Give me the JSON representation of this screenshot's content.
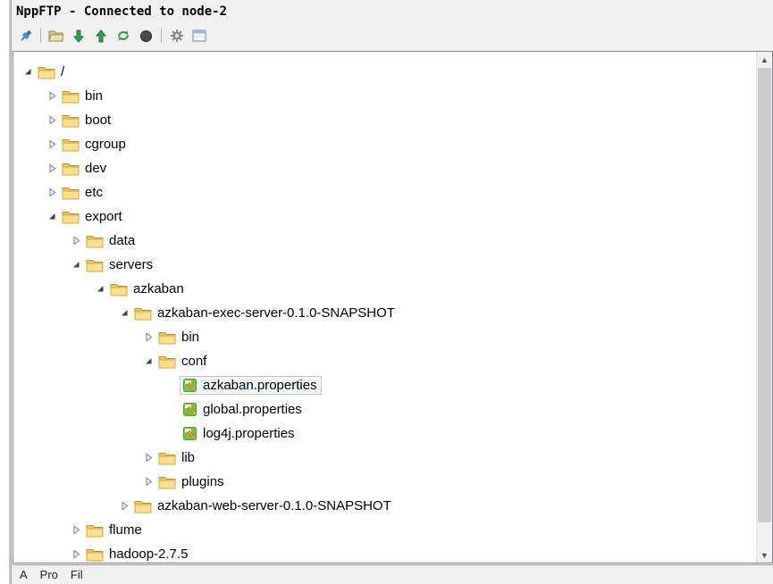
{
  "window": {
    "title": "NppFTP - Connected to node-2"
  },
  "toolbar": {
    "icons": [
      {
        "name": "connect-icon"
      },
      {
        "name": "separator"
      },
      {
        "name": "open-folder-icon"
      },
      {
        "name": "download-icon"
      },
      {
        "name": "upload-icon"
      },
      {
        "name": "refresh-icon"
      },
      {
        "name": "abort-icon"
      },
      {
        "name": "separator"
      },
      {
        "name": "settings-icon"
      },
      {
        "name": "queue-window-icon"
      }
    ]
  },
  "tree": {
    "items": [
      {
        "label": "/",
        "depth": 0,
        "type": "folder",
        "state": "expanded"
      },
      {
        "label": "bin",
        "depth": 1,
        "type": "folder",
        "state": "collapsed"
      },
      {
        "label": "boot",
        "depth": 1,
        "type": "folder",
        "state": "collapsed"
      },
      {
        "label": "cgroup",
        "depth": 1,
        "type": "folder",
        "state": "collapsed"
      },
      {
        "label": "dev",
        "depth": 1,
        "type": "folder",
        "state": "collapsed"
      },
      {
        "label": "etc",
        "depth": 1,
        "type": "folder",
        "state": "collapsed"
      },
      {
        "label": "export",
        "depth": 1,
        "type": "folder",
        "state": "expanded"
      },
      {
        "label": "data",
        "depth": 2,
        "type": "folder",
        "state": "collapsed"
      },
      {
        "label": "servers",
        "depth": 2,
        "type": "folder",
        "state": "expanded"
      },
      {
        "label": "azkaban",
        "depth": 3,
        "type": "folder",
        "state": "expanded"
      },
      {
        "label": "azkaban-exec-server-0.1.0-SNAPSHOT",
        "depth": 4,
        "type": "folder",
        "state": "expanded"
      },
      {
        "label": "bin",
        "depth": 5,
        "type": "folder",
        "state": "collapsed"
      },
      {
        "label": "conf",
        "depth": 5,
        "type": "folder",
        "state": "expanded"
      },
      {
        "label": "azkaban.properties",
        "depth": 6,
        "type": "file",
        "selected": true
      },
      {
        "label": "global.properties",
        "depth": 6,
        "type": "file",
        "selected": false
      },
      {
        "label": "log4j.properties",
        "depth": 6,
        "type": "file",
        "selected": false
      },
      {
        "label": "lib",
        "depth": 5,
        "type": "folder",
        "state": "collapsed"
      },
      {
        "label": "plugins",
        "depth": 5,
        "type": "folder",
        "state": "collapsed"
      },
      {
        "label": "azkaban-web-server-0.1.0-SNAPSHOT",
        "depth": 4,
        "type": "folder",
        "state": "collapsed"
      },
      {
        "label": "flume",
        "depth": 2,
        "type": "folder",
        "state": "collapsed"
      },
      {
        "label": "hadoop-2.7.5",
        "depth": 2,
        "type": "folder",
        "state": "collapsed"
      }
    ]
  },
  "scrollbar": {
    "up_glyph": "▲",
    "down_glyph": "▼"
  },
  "bottom_bar": {
    "columns": [
      "A",
      "Pro",
      "Fil"
    ]
  },
  "colors": {
    "folder_front": "#fbdf8f",
    "folder_back": "#f3c84b",
    "file_green": "#7dc142",
    "arrow_expanded": "#404040",
    "toolbar_green": "#2e9e4f",
    "connect_blue": "#3a6ea5"
  }
}
